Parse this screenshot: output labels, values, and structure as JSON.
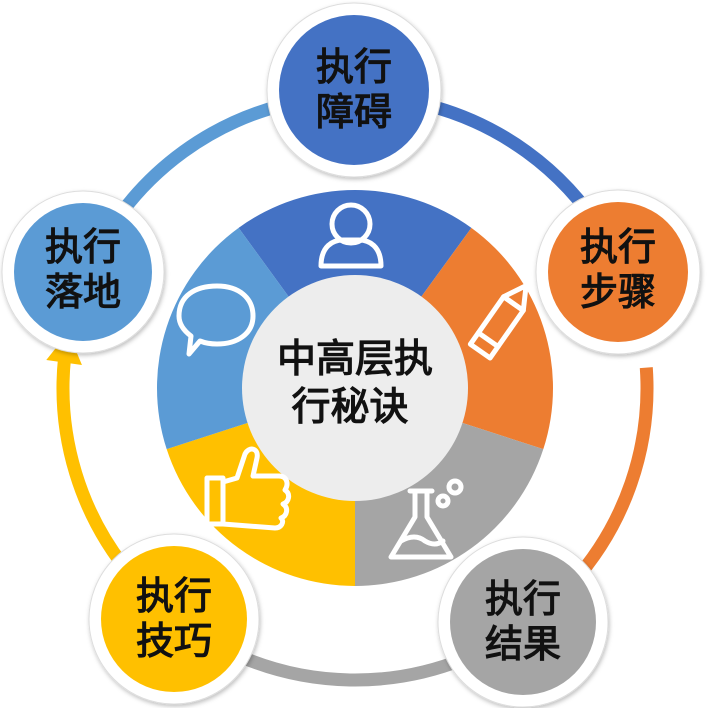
{
  "center": {
    "line1": "中高层执",
    "line2": "行秘诀"
  },
  "colors": {
    "blue_dark": "#4472C4",
    "orange": "#ED7D31",
    "gray": "#A5A5A5",
    "yellow": "#FFC000",
    "blue_light": "#5B9BD5",
    "center_disk": "#EDEDED"
  },
  "nodes": [
    {
      "key": "obstacles",
      "line1": "执行",
      "line2": "障碍",
      "color": "#4472C4"
    },
    {
      "key": "steps",
      "line1": "执行",
      "line2": "步骤",
      "color": "#ED7D31"
    },
    {
      "key": "results",
      "line1": "执行",
      "line2": "结果",
      "color": "#A5A5A5"
    },
    {
      "key": "skills",
      "line1": "执行",
      "line2": "技巧",
      "color": "#FFC000"
    },
    {
      "key": "landing",
      "line1": "执行",
      "line2": "落地",
      "color": "#5B9BD5"
    }
  ],
  "icons": [
    "person-icon",
    "pencil-icon",
    "flask-icon",
    "thumbs-up-icon",
    "speech-bubble-icon"
  ]
}
